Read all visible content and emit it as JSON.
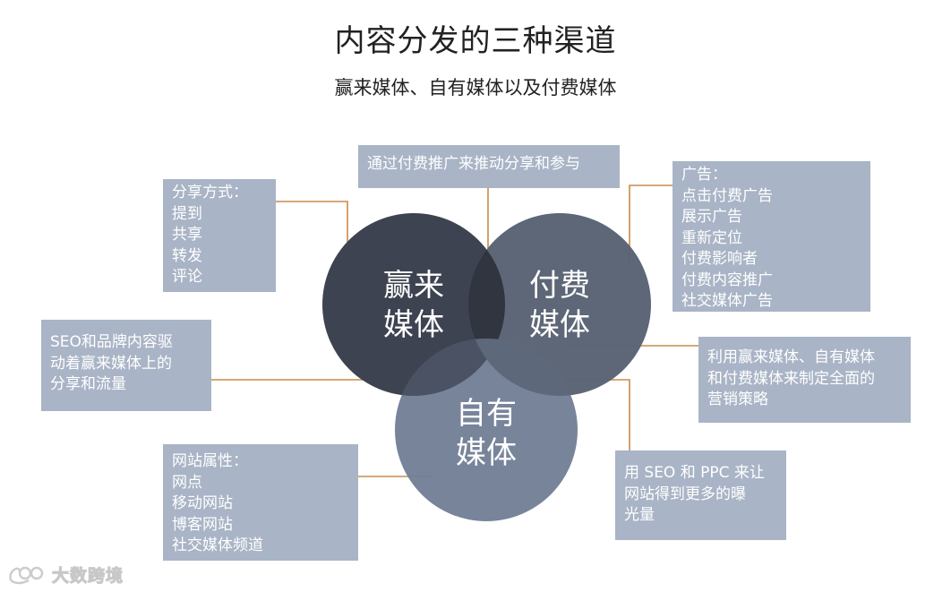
{
  "header": {
    "title": "内容分发的三种渠道",
    "subtitle": "赢来媒体、自有媒体以及付费媒体"
  },
  "circles": {
    "earned": {
      "line1": "赢来",
      "line2": "媒体",
      "color": "#3d4350"
    },
    "paid": {
      "line1": "付费",
      "line2": "媒体",
      "color": "#596273"
    },
    "owned": {
      "line1": "自有",
      "line2": "媒体",
      "color": "#737f96"
    }
  },
  "boxes": {
    "share": [
      "分享方式：",
      "提到",
      "共享",
      "转发",
      "评论"
    ],
    "paid_promo": [
      "通过付费推广来推动分享和参与"
    ],
    "ads": [
      "广告：",
      "点击付费广告",
      "展示广告",
      "重新定位",
      "付费影响者",
      "付费内容推广",
      "社交媒体广告"
    ],
    "seo_brand": [
      "SEO和品牌内容驱",
      "动着赢来媒体上的",
      "分享和流量"
    ],
    "strategy": [
      "利用赢来媒体、自有媒体",
      "和付费媒体来制定全面的",
      "营销策略"
    ],
    "website": [
      "网站属性：",
      "网点",
      "移动网站",
      "博客网站",
      "社交媒体频道"
    ],
    "seo_ppc": [
      "用 SEO 和 PPC 来让",
      "网站得到更多的曝",
      "光量"
    ]
  },
  "logo": {
    "text": "大数跨境"
  },
  "colors": {
    "box_bg": "#a9b4c6",
    "connector": "#c98b4a"
  }
}
